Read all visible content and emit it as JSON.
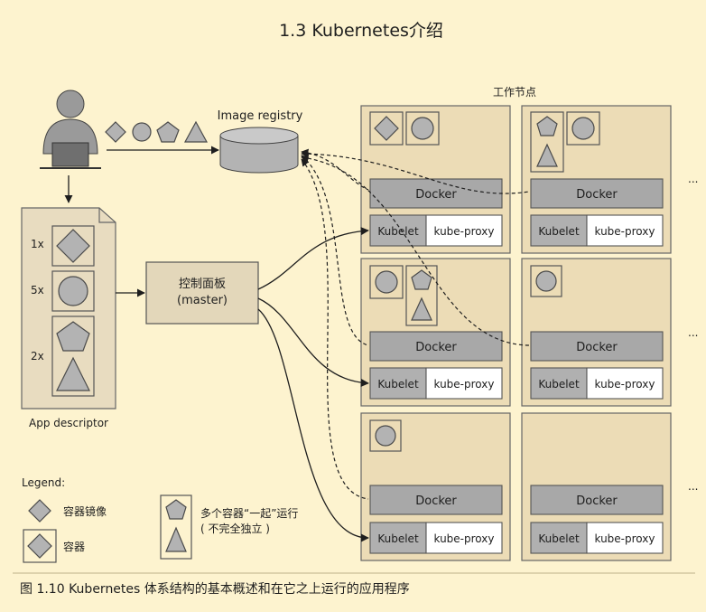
{
  "section_heading": "1.3   Kubernetes介绍",
  "worker_nodes_label": "工作节点",
  "image_registry_label": "Image registry",
  "control_plane": {
    "line1": "控制面板",
    "line2": "(master)"
  },
  "app_descriptor": {
    "label": "App descriptor",
    "rows": [
      {
        "count": "1x",
        "shapes": [
          "diamond"
        ]
      },
      {
        "count": "5x",
        "shapes": [
          "circle"
        ]
      },
      {
        "count": "2x",
        "shapes": [
          "pentagon",
          "triangle"
        ]
      }
    ]
  },
  "node_parts": {
    "docker": "Docker",
    "kubelet": "Kubelet",
    "kube_proxy": "kube-proxy"
  },
  "more_nodes": "...",
  "legend": {
    "title": "Legend:",
    "image_label": "容器镜像",
    "container_label": "容器",
    "group_line1": "多个容器“一起”运行",
    "group_line2": "( 不完全独立 )"
  },
  "caption": "图 1.10   Kubernetes 体系结构的基本概述和在它之上运行的应用程序",
  "colors": {
    "background": "#fdf3cf",
    "node_fill": "#ecdcb6",
    "shape_fill": "#b3b3b3",
    "docker_fill": "#a8a8a8"
  },
  "icons": [
    "user-icon",
    "diamond-icon",
    "circle-icon",
    "pentagon-icon",
    "triangle-icon",
    "database-icon"
  ]
}
